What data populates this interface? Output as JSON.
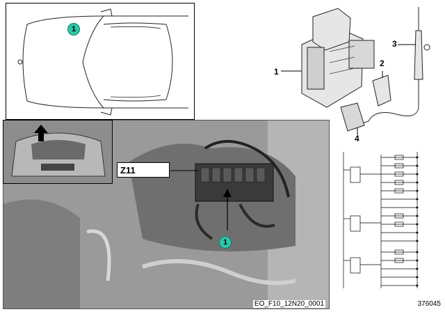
{
  "callouts": {
    "part1": "1",
    "part2": "2",
    "part3": "3",
    "part4": "4",
    "location_marker": "1",
    "photo_marker": "1"
  },
  "photo": {
    "component_label": "Z11",
    "code": "EO_F10_12N20_0001"
  },
  "diagram_id": "376045",
  "colors": {
    "marker_fill": "#2fc6a9",
    "line": "#000000",
    "photo_bg": "#9a9a9a"
  }
}
